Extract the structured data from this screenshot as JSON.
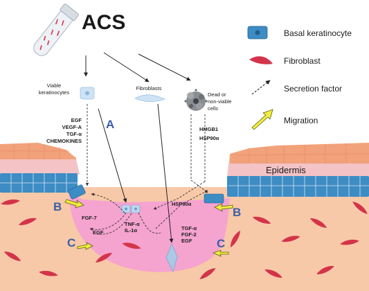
{
  "title": "ACS",
  "legend": {
    "basal_keratinocyte": "Basal keratinocyte",
    "fibroblast": "Fibroblast",
    "secretion_factor": "Secretion factor",
    "migration": "Migration"
  },
  "sources": {
    "viable_keratinocytes": [
      "Viable",
      "keratinocytes"
    ],
    "fibroblasts": "Fibroblasts",
    "dead_cells": [
      "Dead or",
      "non-viable",
      "cells"
    ]
  },
  "factors": {
    "keratinocyte": [
      "EGF",
      "VEGF-A",
      "TGF-α",
      "CHEMOKINES"
    ],
    "dead": [
      "HMGB1",
      "HSP90α"
    ],
    "fgf7": "FGF-7",
    "egf_left": "EGF",
    "tnf_il": [
      "TNF-α",
      "IL-1α"
    ],
    "hsp_right": "HSP90α",
    "tgf_group": [
      "TGF-α",
      "FGF-2",
      "EGF"
    ]
  },
  "labels": {
    "epidermis": "Epidermis",
    "A": "A",
    "B_left": "B",
    "B_right": "B",
    "C_left": "C",
    "C_right": "C"
  },
  "colors": {
    "skin_top": "#f2a27a",
    "pink_layer": "#f4c3c6",
    "keratinocyte": "#3d8cc4",
    "dermis": "#f7c9a8",
    "wound": "#f5a3cf",
    "fibroblast": "#d3344a",
    "arrow_yellow": "#f2ee3a",
    "letter_blue": "#3b5ea8"
  }
}
